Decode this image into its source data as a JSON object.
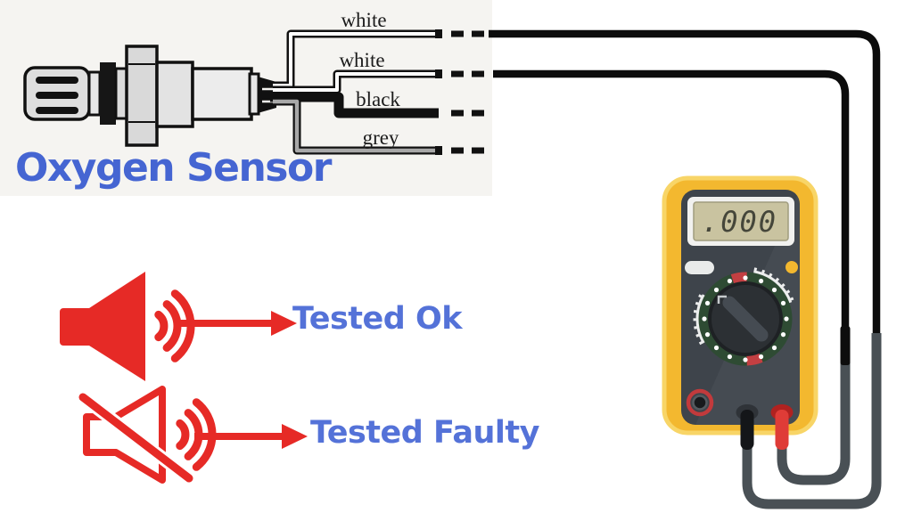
{
  "diagram": {
    "kind": "oxygen-sensor-test-diagram",
    "sensor": {
      "title": "Oxygen Sensor",
      "wire_labels": [
        "white",
        "white",
        "black",
        "grey"
      ]
    },
    "multimeter": {
      "display_value": ".000"
    },
    "legend": [
      {
        "icon": "speaker-on-icon",
        "label": "Tested Ok"
      },
      {
        "icon": "speaker-muted-icon",
        "label": "Tested Faulty"
      }
    ],
    "colors": {
      "accent_blue_title": "#4565d2",
      "accent_blue_legend": "#5472d8",
      "accent_red": "#e62a26",
      "meter_body_yellow": "#f3b82f",
      "meter_face_gray": "#3e444b",
      "lcd_green": "#c9c3a0",
      "cable_black": "#0c0c0c",
      "lead_gray": "#495055",
      "dial_ring_green": "#2e4b33"
    }
  }
}
